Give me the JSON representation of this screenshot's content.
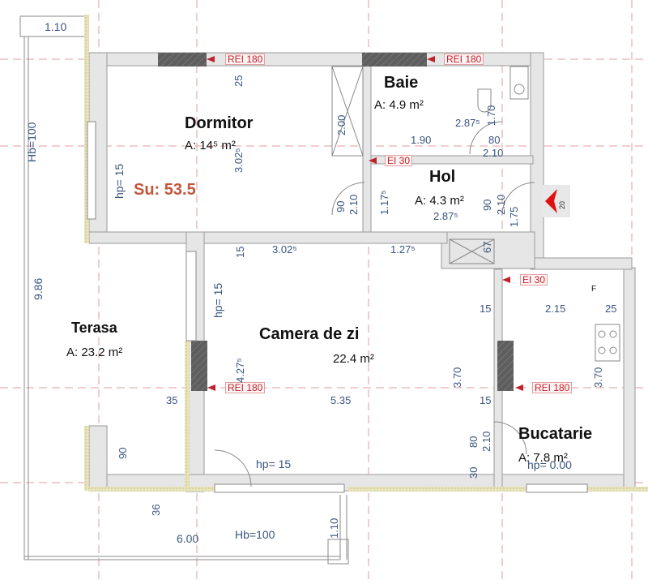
{
  "plan": {
    "total_usable_area": "Su: 53.5",
    "colors": {
      "wall_fill": "#e6e6e6",
      "wall_outline": "#9a9a9a",
      "insulation": "#e8e3b8",
      "fire_wall": "#5e5e5e",
      "fire_label": "#c0222c",
      "dimension_text": "#3a5580",
      "su_label": "#c2553c",
      "axis_line": "#d9868a"
    },
    "rooms": [
      {
        "name": "Dormitor",
        "area": "A:    14⁵  m²"
      },
      {
        "name": "Baie",
        "area": "A: 4.9 m²"
      },
      {
        "name": "Hol",
        "area": "A: 4.3 m²"
      },
      {
        "name": "Terasa",
        "area": "A: 23.2 m²"
      },
      {
        "name": "Camera de zi",
        "area": "22.4 m²"
      },
      {
        "name": "Bucatarie",
        "area": "A:   7.8 m²"
      }
    ],
    "fire_ratings": [
      {
        "label": "REI 180",
        "location": "dormitor-top-wall"
      },
      {
        "label": "REI 180",
        "location": "baie-top-wall"
      },
      {
        "label": "EI 30",
        "location": "baie-hol-wall"
      },
      {
        "label": "EI 30",
        "location": "bucatarie-top-wall"
      },
      {
        "label": "REI 180",
        "location": "camera-left-wall"
      },
      {
        "label": "REI 180",
        "location": "bucatarie-left-wall"
      }
    ],
    "dimensions": {
      "terrace_top_width": "1.10",
      "terrace_hb_left": "Hb=100",
      "terrace_length": "9.86",
      "dormitor_hp": "hp= 15",
      "dormitor_25": "25",
      "dormitor_width": "3.02⁵",
      "closet_2_00": "2.00",
      "door_90_a": "90",
      "door_2_10_a": "2.10",
      "baie_width": "2.87⁵",
      "baie_1_70": "1.70",
      "baie_1_90": "1.90",
      "baie_door_80": "80",
      "baie_door_2_10": "2.10",
      "hol_1_17": "1.17⁵",
      "hol_width": "2.87⁵",
      "hol_door_90": "90",
      "hol_door_2_10": "2.10",
      "hol_1_75": "1.75",
      "entry_arrow_20": "20",
      "living_15_top": "15",
      "living_3_02": "3.02⁵",
      "living_1_27": "1.27⁵",
      "closet_67": "67",
      "living_hp_15": "hp= 15",
      "living_4_27": "4.27⁵",
      "living_3_70": "3.70",
      "living_5_35": "5.35",
      "living_15_right_top": "15",
      "living_15_right_bottom": "15",
      "living_80": "80",
      "living_2_10": "2.10",
      "living_30": "30",
      "living_hp_bottom": "hp= 15",
      "terrace_35": "35",
      "terrace_90": "90",
      "kitchen_2_15": "2.15",
      "kitchen_25": "25",
      "kitchen_3_70": "3.70",
      "kitchen_hp": "hp= 0.00",
      "kitchen_f": "F",
      "bottom_36": "36",
      "bottom_1_10": "1.10",
      "bottom_6_00": "6.00",
      "bottom_hb": "Hb=100"
    }
  }
}
